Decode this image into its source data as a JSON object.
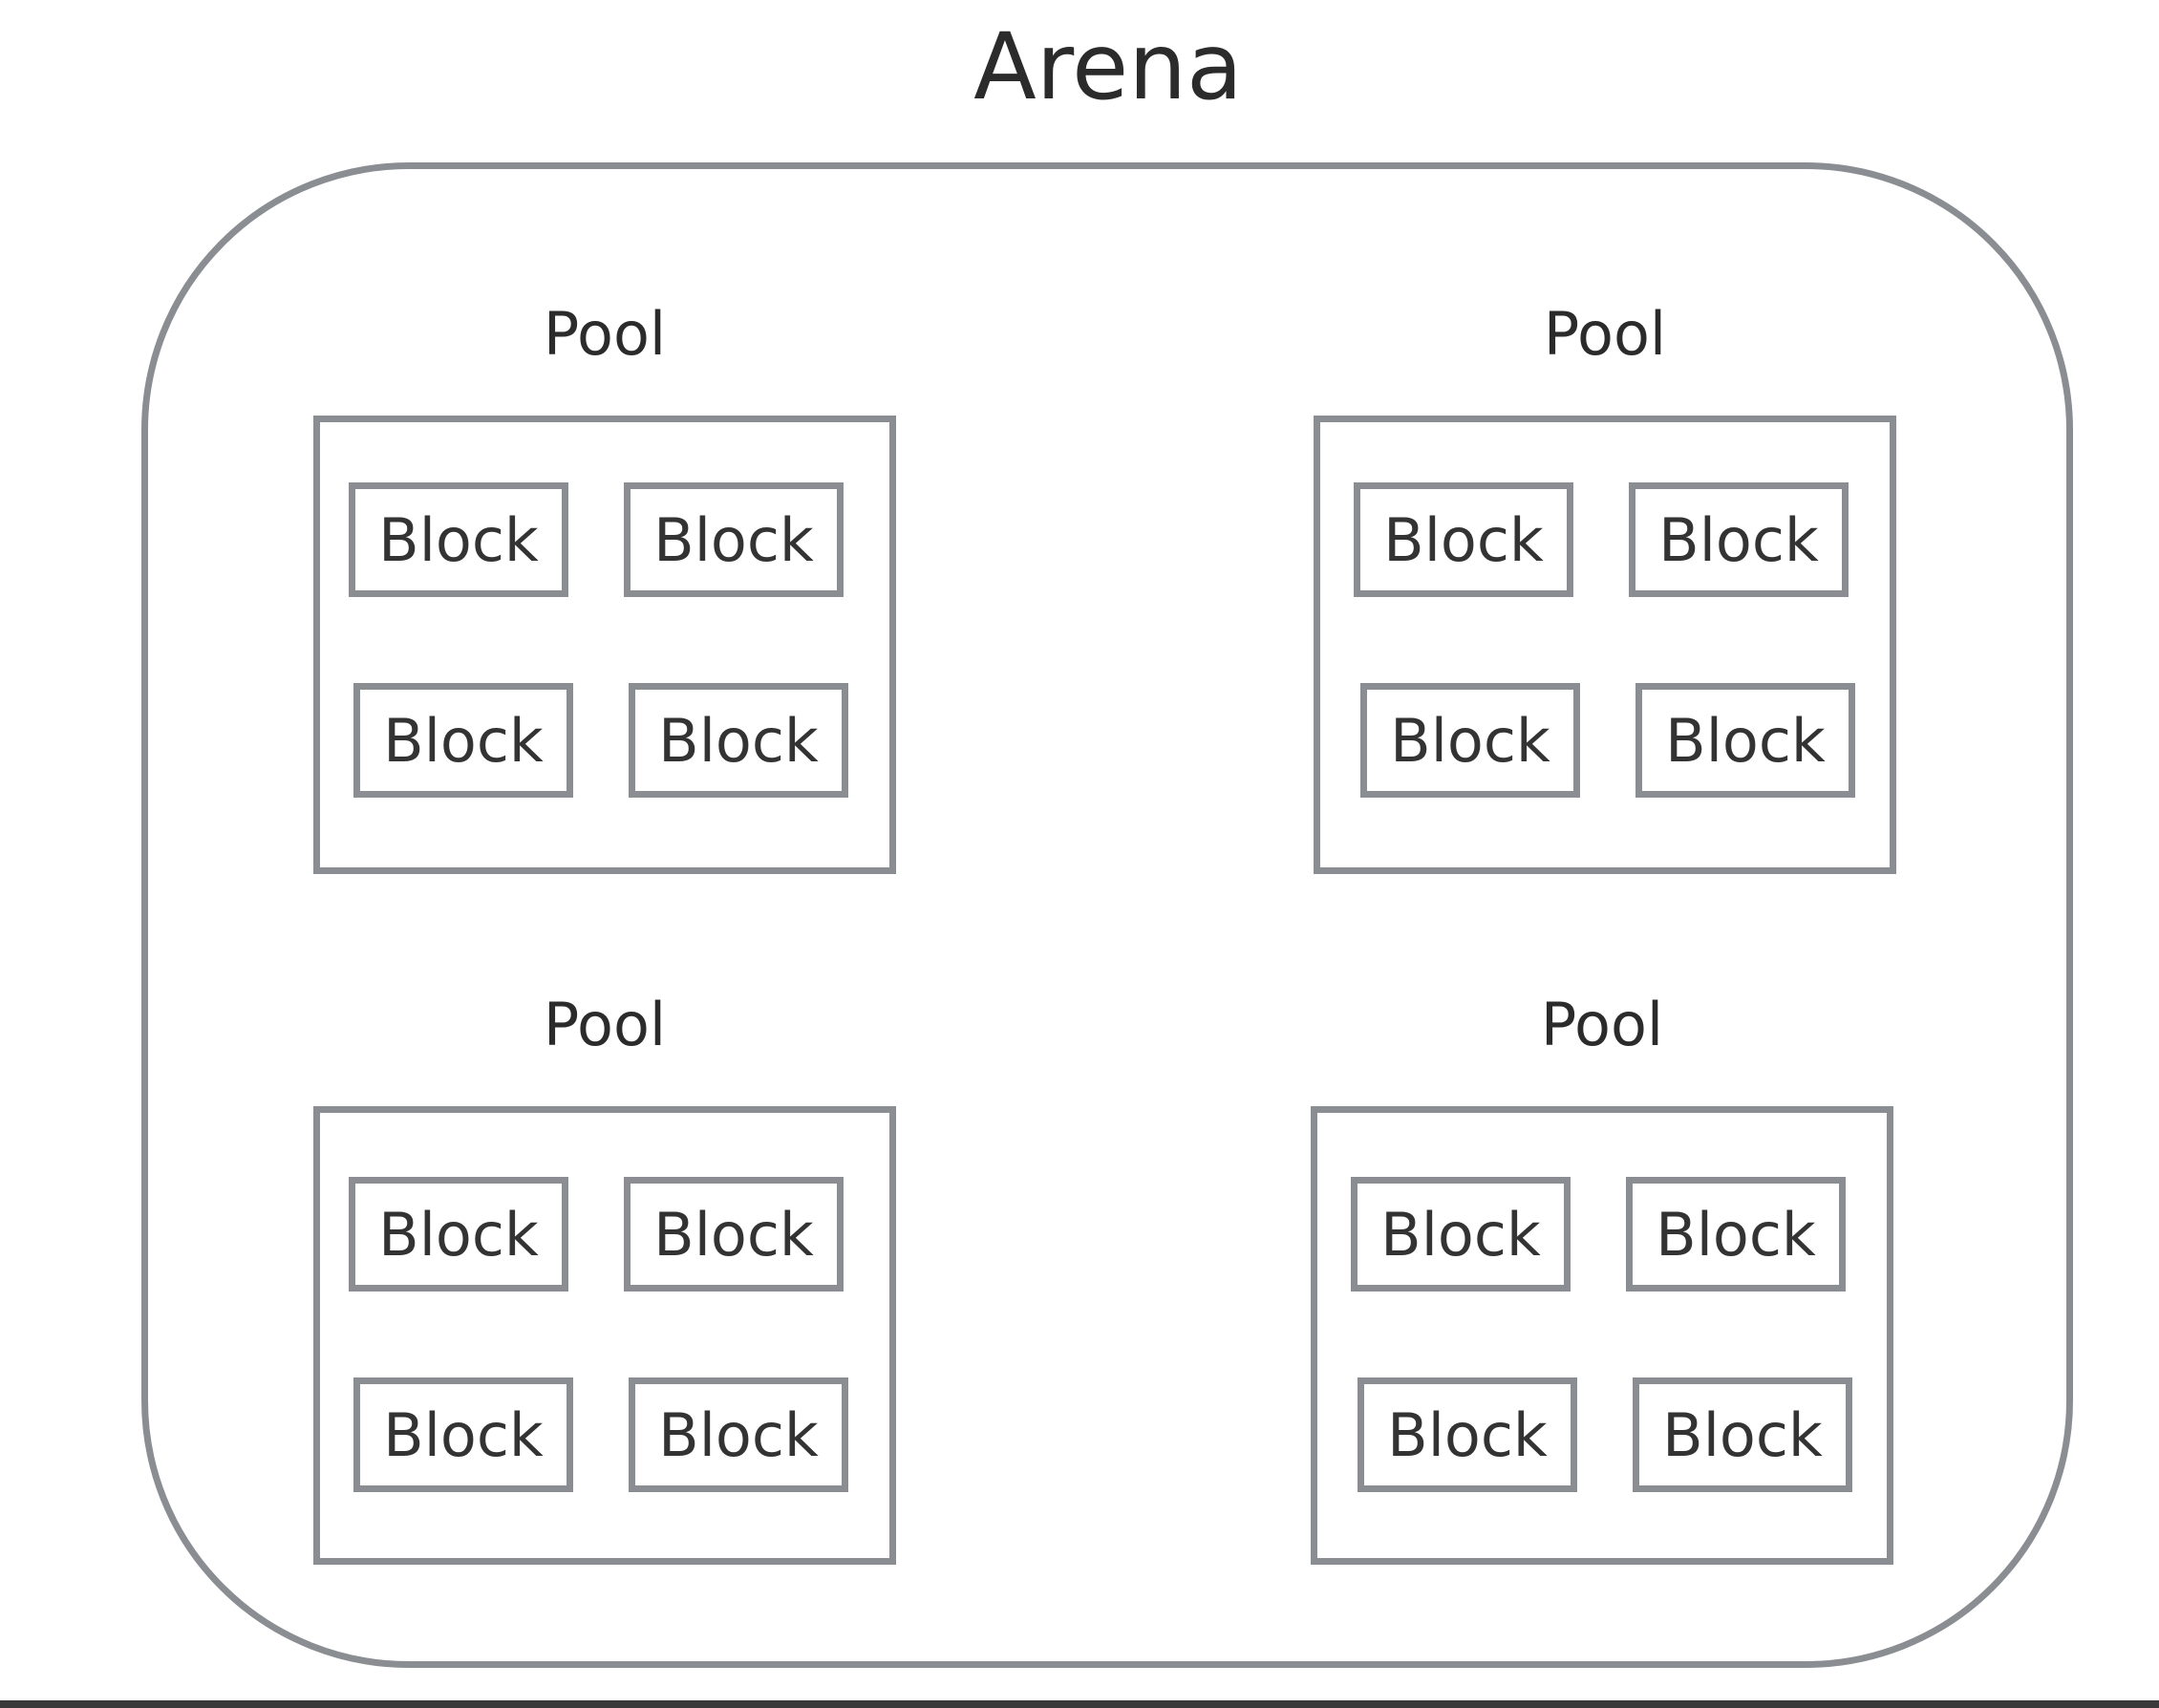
{
  "arena": {
    "title": "Arena"
  },
  "pools": [
    {
      "label": "Pool",
      "blocks": [
        "Block",
        "Block",
        "Block",
        "Block"
      ]
    },
    {
      "label": "Pool",
      "blocks": [
        "Block",
        "Block",
        "Block",
        "Block"
      ]
    },
    {
      "label": "Pool",
      "blocks": [
        "Block",
        "Block",
        "Block",
        "Block"
      ]
    },
    {
      "label": "Pool",
      "blocks": [
        "Block",
        "Block",
        "Block",
        "Block"
      ]
    }
  ],
  "colors": {
    "stroke": "#8a8d91",
    "text": "#333333",
    "background": "#ffffff"
  }
}
